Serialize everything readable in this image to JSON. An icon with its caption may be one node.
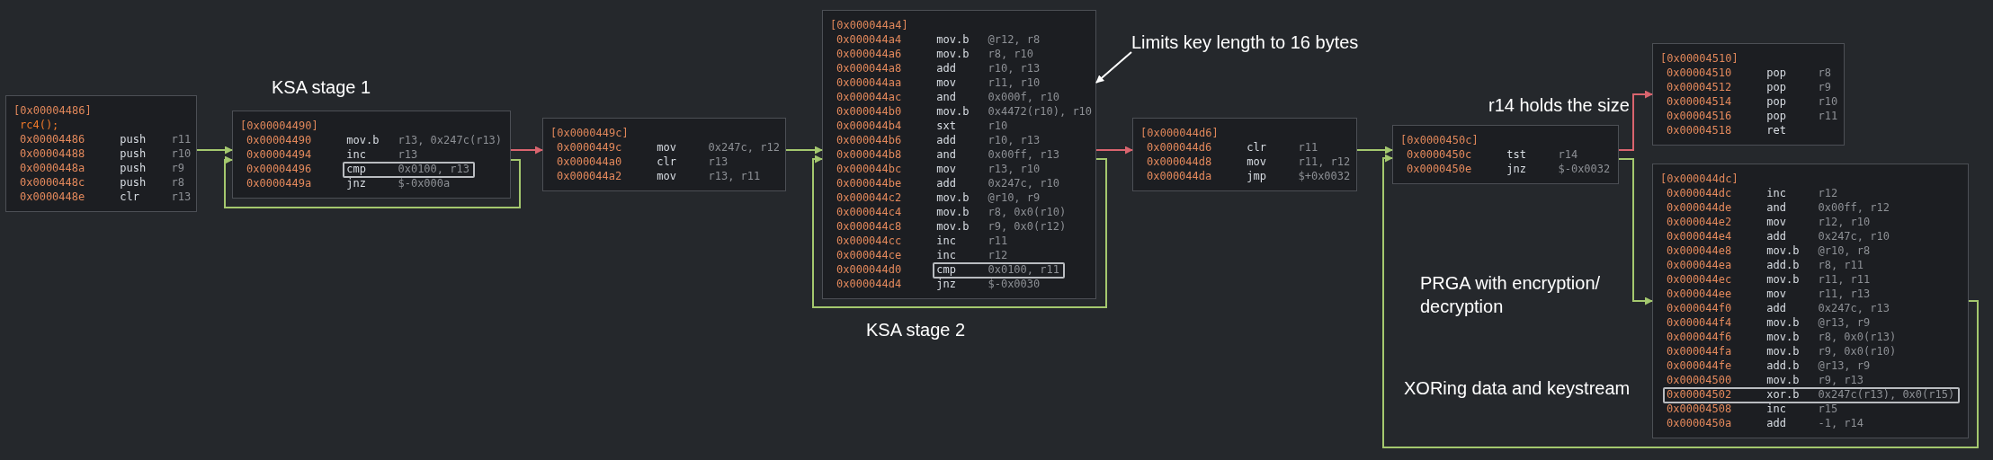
{
  "diagram": {
    "nodes": [
      {
        "text": [
          "[0x00004486]",
          "rc4();",
          "0x00004486 push r11",
          "0x00004488 push r10",
          "0x0000448a push r9",
          "0x0000448c push r8",
          "0x0000448e clr r13"
        ]
      },
      {
        "beside": [
          "KSA stage 1"
        ],
        "text": [
          "[0x00004490]",
          "0x00004490 mov.b r13, 0x247c(r13)",
          "0x00004494 inc r13",
          "0x00004496 cmp 0x0100, r13",
          "0x0000449a jnz $-0x000a"
        ]
      },
      {
        "text": [
          "[0x0000449c]",
          "0x0000449c mov 0x247c, r12",
          "0x000044a0 clr r13",
          "0x000044a2 mov r13, r11"
        ]
      },
      {
        "beside": [
          "KSA stage 2"
        ],
        "text": [
          "[0x000044a4]",
          "0x000044a4 mov.b @r12, r8",
          "0x000044a6 mov.b r8, r10",
          "0x000044a8 add r10, r13",
          "0x000044aa mov r11, r10",
          "0x000044ac and 0x000f, r10",
          "0x000044b0 mov.b 0x4472(r10), r10",
          "0x000044b4 sxt r10",
          "0x000044b6 add r10, r13",
          "0x000044b8 and 0x00ff, r13",
          "0x000044bc mov r13, r10",
          "0x000044be add 0x247c, r10",
          "0x000044c2 mov.b @r10, r9",
          "0x000044c4 mov.b r8, 0x0(r10)",
          "0x000044c8 mov.b r9, 0x0(r12)",
          "0x000044cc inc r11",
          "0x000044ce inc r12",
          "0x000044d0 cmp 0x0100, r11",
          "0x000044d4 jnz $-0x0030"
        ]
      },
      {
        "text": [
          "[0x000044d6]",
          "0x000044d6 clr r11",
          "0x000044d8 mov r11, r12",
          "0x000044da jmp $+0x0032"
        ]
      },
      {
        "beside": [
          "r14 holds the size"
        ],
        "text": [
          "[0x0000450c]",
          "0x0000450c tst r14",
          "0x0000450e jnz $-0x0032"
        ]
      },
      {
        "text": [
          "[0x00004510]",
          "0x00004510 pop r8",
          "0x00004512 pop r9",
          "0x00004514 pop r10",
          "0x00004516 pop r11",
          "0x00004518 ret"
        ]
      },
      {
        "beside": [
          "PRGA with encryption/ decryption",
          "XORing data and keystream"
        ],
        "text": [
          "[0x000044dc]",
          "0x000044dc inc r12",
          "0x000044de and 0x00ff, r12",
          "0x000044e2 mov r12, r10",
          "0x000044e4 add 0x247c, r10",
          "0x000044e8 mov.b @r10, r8",
          "0x000044ea add.b r8, r11",
          "0x000044ec mov.b r11, r11",
          "0x000044ee mov r11, r13",
          "0x000044f0 add 0x247c, r13",
          "0x000044f4 mov.b @r13, r9",
          "0x000044f6 mov.b r8, 0x0(r13)",
          "0x000044fa mov.b r9, 0x0(r10)",
          "0x000044fe add.b @r13, r9",
          "0x00004500 mov.b r9, r13",
          "0x00004502 xor.b 0x247c(r13), 0x0(r15)",
          "0x00004508 inc r15",
          "0x0000450a add -1, r14"
        ]
      },
      {
        "text": [
          "Limits key length to 16 bytes"
        ]
      }
    ],
    "edges": [
      {
        "from": 0,
        "to": 1,
        "arrow": "to"
      },
      {
        "from": 1,
        "to": 1,
        "arrow": "to"
      },
      {
        "from": 1,
        "to": 2,
        "arrow": "to",
        "color": "#d9646e"
      },
      {
        "from": 2,
        "to": 3,
        "arrow": "to"
      },
      {
        "from": 3,
        "to": 3,
        "arrow": "to"
      },
      {
        "from": 3,
        "to": 4,
        "arrow": "to",
        "color": "#d9646e"
      },
      {
        "from": 4,
        "to": 5,
        "arrow": "to"
      },
      {
        "from": 5,
        "to": 6,
        "arrow": "to",
        "color": "#d9646e"
      },
      {
        "from": 5,
        "to": 7,
        "arrow": "to"
      },
      {
        "from": 7,
        "to": 5,
        "arrow": "to"
      },
      {
        "from": 8,
        "to": 3,
        "arrow": "to",
        "color": "#ffffff"
      }
    ]
  }
}
